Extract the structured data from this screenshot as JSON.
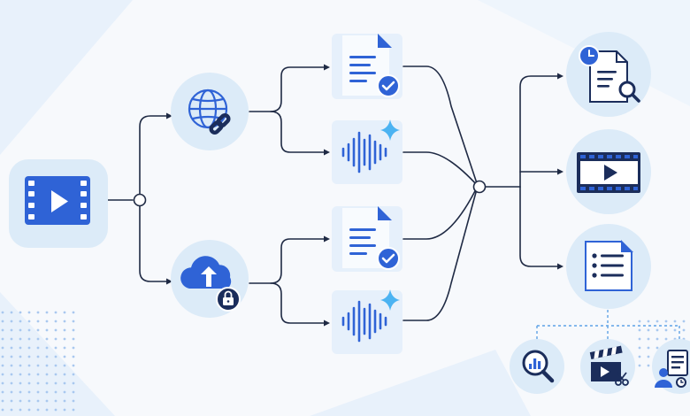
{
  "colors": {
    "background": "#f7f9fc",
    "light_shape": "#e8f1fb",
    "node_circle": "#dcebf8",
    "tile": "#e6f0fb",
    "connector": "#1f2a44",
    "primary_blue": "#2f63d6",
    "dark_navy": "#1b2d5b",
    "sparkle": "#4bb3f2",
    "dashed": "#5fa3e6",
    "dots": "#a9c8ef"
  },
  "nodes": [
    {
      "id": "source-video",
      "icon": "video-file-icon"
    },
    {
      "id": "web-link-source",
      "icon": "globe-link-icon"
    },
    {
      "id": "secure-upload-source",
      "icon": "cloud-upload-lock-icon"
    },
    {
      "id": "transcript-doc-top",
      "icon": "document-check-icon"
    },
    {
      "id": "audio-wave-top",
      "icon": "audio-wave-sparkle-icon"
    },
    {
      "id": "transcript-doc-bottom",
      "icon": "document-check-icon"
    },
    {
      "id": "audio-wave-bottom",
      "icon": "audio-wave-sparkle-icon"
    },
    {
      "id": "timestamp-search-output",
      "icon": "document-clock-search-icon"
    },
    {
      "id": "video-player-output",
      "icon": "film-strip-play-icon"
    },
    {
      "id": "checklist-output",
      "icon": "checklist-document-icon"
    },
    {
      "id": "analytics-search-output",
      "icon": "chart-magnifier-icon"
    },
    {
      "id": "clip-edit-output",
      "icon": "clapperboard-scissors-icon"
    },
    {
      "id": "profile-report-output",
      "icon": "person-report-icon"
    }
  ],
  "edges": [
    [
      "source-video",
      "split-node"
    ],
    [
      "split-node",
      "web-link-source"
    ],
    [
      "split-node",
      "secure-upload-source"
    ],
    [
      "web-link-source",
      "transcript-doc-top"
    ],
    [
      "web-link-source",
      "audio-wave-top"
    ],
    [
      "secure-upload-source",
      "transcript-doc-bottom"
    ],
    [
      "secure-upload-source",
      "audio-wave-bottom"
    ],
    [
      "transcript-doc-top",
      "merge-node"
    ],
    [
      "audio-wave-top",
      "merge-node"
    ],
    [
      "transcript-doc-bottom",
      "merge-node"
    ],
    [
      "audio-wave-bottom",
      "merge-node"
    ],
    [
      "merge-node",
      "timestamp-search-output"
    ],
    [
      "merge-node",
      "video-player-output"
    ],
    [
      "merge-node",
      "checklist-output"
    ],
    [
      "checklist-output",
      "analytics-search-output"
    ],
    [
      "checklist-output",
      "clip-edit-output"
    ],
    [
      "checklist-output",
      "profile-report-output"
    ]
  ]
}
